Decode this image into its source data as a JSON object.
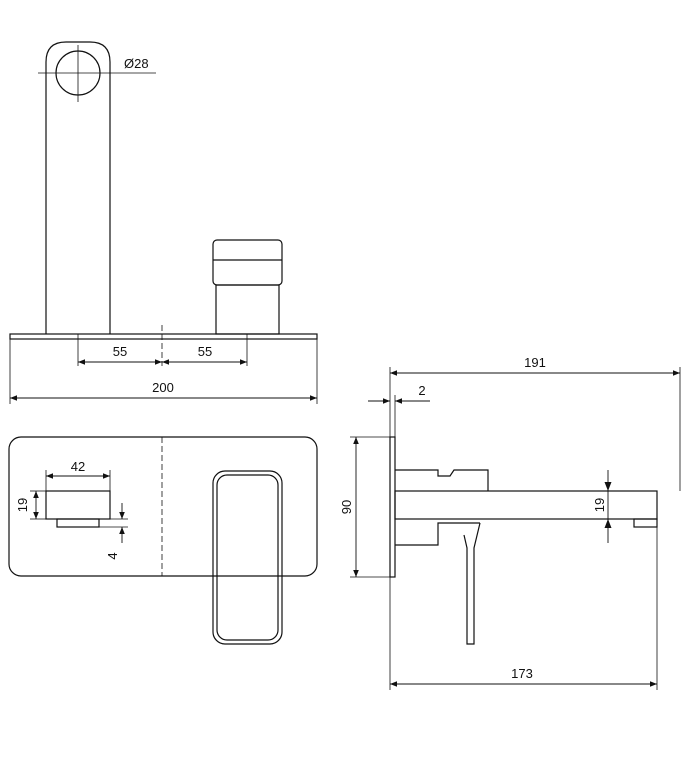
{
  "labels": {
    "pipe_diameter": "Ø28",
    "spacing_left": "55",
    "spacing_right": "55",
    "plate_width": "200",
    "outlet_reach": "191",
    "plate_thickness": "2",
    "mixer_width": "42",
    "mixer_height": "19",
    "mixer_gap": "4",
    "plate_height": "90",
    "spout_height": "19",
    "spout_length": "173"
  },
  "colors": {
    "line": "#111111",
    "background": "#ffffff"
  }
}
